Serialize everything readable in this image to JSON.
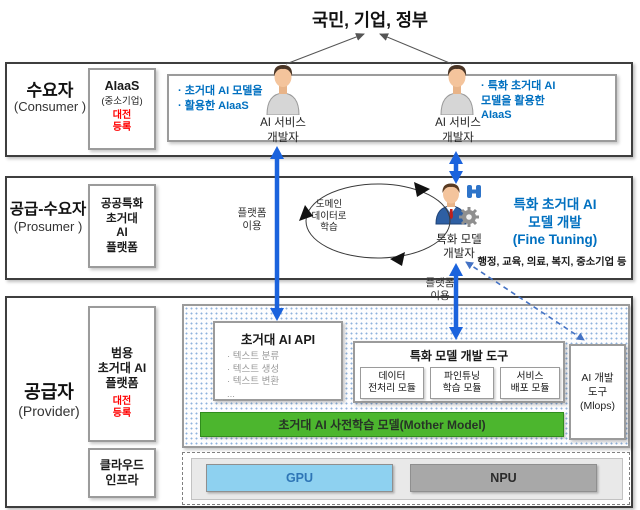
{
  "title": "국민, 기업, 정부",
  "colors": {
    "arrow_blue": "#1b63dd",
    "dashed_blue": "#4472c4",
    "text_blue": "#0070c0",
    "badge_red": "#ff0000",
    "green_bar": "#4cb62e",
    "gpu_fill": "#8ed1f0",
    "npu_fill": "#a8a8a8"
  },
  "consumer": {
    "name": "수요자",
    "name_en": "(Consumer )",
    "aiaas_title": "AIaaS",
    "aiaas_sub": "(중소기업)",
    "aiaas_badge": "대전\n등록",
    "left_bullets": "· 초거대 AI 모델을\n· 활용한 AIaaS",
    "left_dev_label": "AI 서비스\n개발자",
    "right_bullets": "· 특화 초거대 AI\n모델을 활용한\nAIaaS",
    "right_dev_label": "AI 서비스\n개발자"
  },
  "prosumer": {
    "name": "공급-수요자",
    "name_en": "(Prosumer )",
    "platform_box": "공공특화\n초거대\nAI\n플랫폼",
    "platform_use_left": "플랫폼\n이용",
    "cycle_label": "도메인\n데이터로\n학습",
    "dev_label": "특화 모델\n개발자",
    "heading": "특화 초거대 AI\n모델 개발\n(Fine Tuning)",
    "domains": "행정, 교육, 의료, 복지, 중소기업 등",
    "platform_use_right": "플랫폼\n이용"
  },
  "provider": {
    "name": "공급자",
    "name_en": "(Provider)",
    "platform_box": "범용\n초거대 AI\n플랫폼",
    "platform_badge": "대전\n등록",
    "infra_box": "클라우드\n인프라",
    "api_title": "초거대 AI API",
    "api_bullets": "· 텍스트 분류\n· 텍스트 생성\n· 텍스트 변환\n...",
    "toolkit_title": "특화 모델 개발 도구",
    "module_1": "데이터\n전처리 모듈",
    "module_2": "파인튜닝\n학습 모듈",
    "module_3": "서비스\n배포 모듈",
    "mlops": "AI 개발\n도구\n(Mlops)",
    "mother_model": "초거대 AI 사전학습 모델(Mother Model)",
    "gpu": "GPU",
    "npu": "NPU"
  }
}
